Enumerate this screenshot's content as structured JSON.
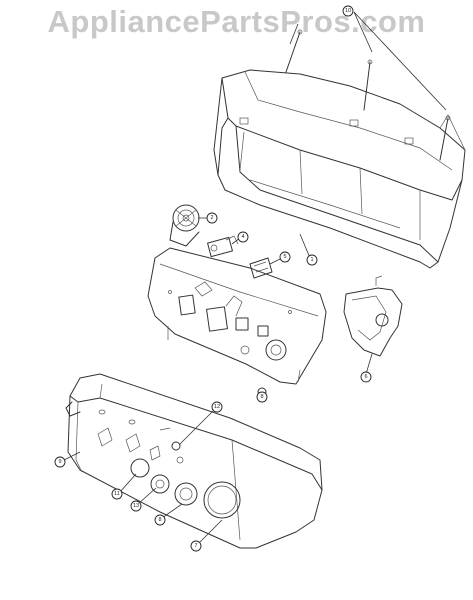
{
  "watermark": {
    "text": "AppliancePartsPros.com",
    "color": "#c8c8c8"
  },
  "callouts": [
    {
      "id": "c-top",
      "label": "10"
    },
    {
      "id": "c-cabinet",
      "label": "1"
    },
    {
      "id": "c-timer",
      "label": "2"
    },
    {
      "id": "c-switch",
      "label": "4"
    },
    {
      "id": "c-block",
      "label": "5"
    },
    {
      "id": "c-bracket",
      "label": "6"
    },
    {
      "id": "c-knobsmall",
      "label": "8"
    },
    {
      "id": "c-leftpanel",
      "label": "9"
    },
    {
      "id": "c-knob-a",
      "label": "11"
    },
    {
      "id": "c-knob-b",
      "label": "13"
    },
    {
      "id": "c-dial",
      "label": "12"
    },
    {
      "id": "c-knob-c",
      "label": "8"
    },
    {
      "id": "c-front",
      "label": "7"
    }
  ]
}
